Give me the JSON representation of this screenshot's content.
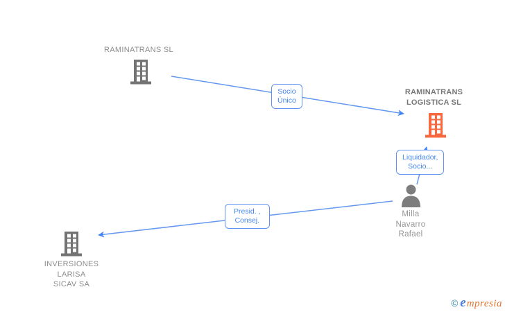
{
  "diagram": {
    "nodes": {
      "raminatrans": {
        "type": "company",
        "lines": [
          "RAMINATRANS SL"
        ]
      },
      "logistica": {
        "type": "company",
        "focal": true,
        "lines": [
          "RAMINATRANS",
          "LOGISTICA SL"
        ]
      },
      "person": {
        "type": "person",
        "lines": [
          "Milla",
          "Navarro",
          "Rafael"
        ]
      },
      "inversiones": {
        "type": "company",
        "lines": [
          "INVERSIONES",
          "LARISA",
          "SICAV SA"
        ]
      }
    },
    "edges": {
      "socio": {
        "from": "RAMINATRANS SL",
        "to": "RAMINATRANS LOGISTICA SL",
        "lines": [
          "Socio",
          "Único"
        ]
      },
      "liquidador": {
        "from": "Milla Navarro Rafael",
        "to": "RAMINATRANS LOGISTICA SL",
        "lines": [
          "Liquidador,",
          "Socio..."
        ]
      },
      "presid": {
        "from": "Milla Navarro Rafael",
        "to": "INVERSIONES LARISA SICAV SA",
        "lines": [
          "Presid. ,",
          "Consej."
        ]
      }
    },
    "colors": {
      "edge_line_blue": "#6498f0",
      "arrowhead_blue": "#4285f4",
      "edge_box_border": "#5f93f2",
      "edge_box_text": "#4687ee",
      "company_icon_gray": "#737373",
      "focal_icon_orange": "#f9693f",
      "person_icon_gray": "#7d7d7d",
      "label_gray": "#8c8c8c"
    }
  },
  "footer": {
    "copyright_symbol": "©",
    "brand_e": "e",
    "brand_rest": "mpresia"
  }
}
